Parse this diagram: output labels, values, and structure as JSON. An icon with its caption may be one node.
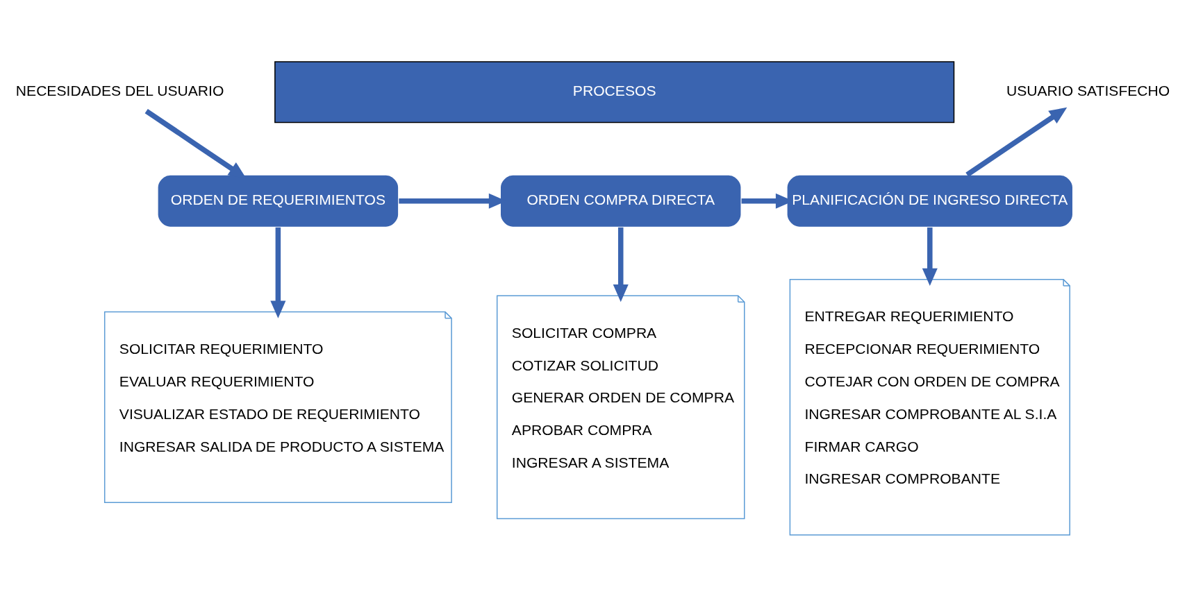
{
  "diagram": {
    "nodes": [
      {
        "text": [
          "NECESIDADES DEL USUARIO"
        ]
      },
      {
        "text": [
          "PROCESOS"
        ]
      },
      {
        "text": [
          "USUARIO SATISFECHO"
        ]
      },
      {
        "text": [
          "ORDEN DE REQUERIMIENTOS"
        ]
      },
      {
        "text": [
          "ORDEN COMPRA DIRECTA"
        ]
      },
      {
        "text": [
          "PLANIFICACIÓN DE INGRESO DIRECTA"
        ]
      },
      {
        "text": [
          "SOLICITAR REQUERIMIENTO",
          "EVALUAR REQUERIMIENTO",
          "VISUALIZAR ESTADO DE REQUERIMIENTO",
          "INGRESAR SALIDA DE PRODUCTO A SISTEMA"
        ]
      },
      {
        "text": [
          "SOLICITAR COMPRA",
          "COTIZAR SOLICITUD",
          "GENERAR ORDEN DE COMPRA",
          "APROBAR COMPRA",
          "INGRESAR A SISTEMA"
        ]
      },
      {
        "text": [
          "ENTREGAR REQUERIMIENTO",
          "RECEPCIONAR REQUERIMIENTO",
          "COTEJAR CON ORDEN DE COMPRA",
          "INGRESAR COMPROBANTE AL S.I.A",
          "FIRMAR CARGO",
          "INGRESAR COMPROBANTE"
        ]
      }
    ],
    "edges": [
      {
        "from": 0,
        "to": 3,
        "arrow": "to"
      },
      {
        "from": 5,
        "to": 2,
        "arrow": "to"
      },
      {
        "from": 3,
        "to": 4,
        "arrow": "to"
      },
      {
        "from": 4,
        "to": 5,
        "arrow": "to"
      },
      {
        "from": 3,
        "to": 6,
        "arrow": "to"
      },
      {
        "from": 4,
        "to": 7,
        "arrow": "to"
      },
      {
        "from": 5,
        "to": 8,
        "arrow": "to"
      }
    ]
  }
}
